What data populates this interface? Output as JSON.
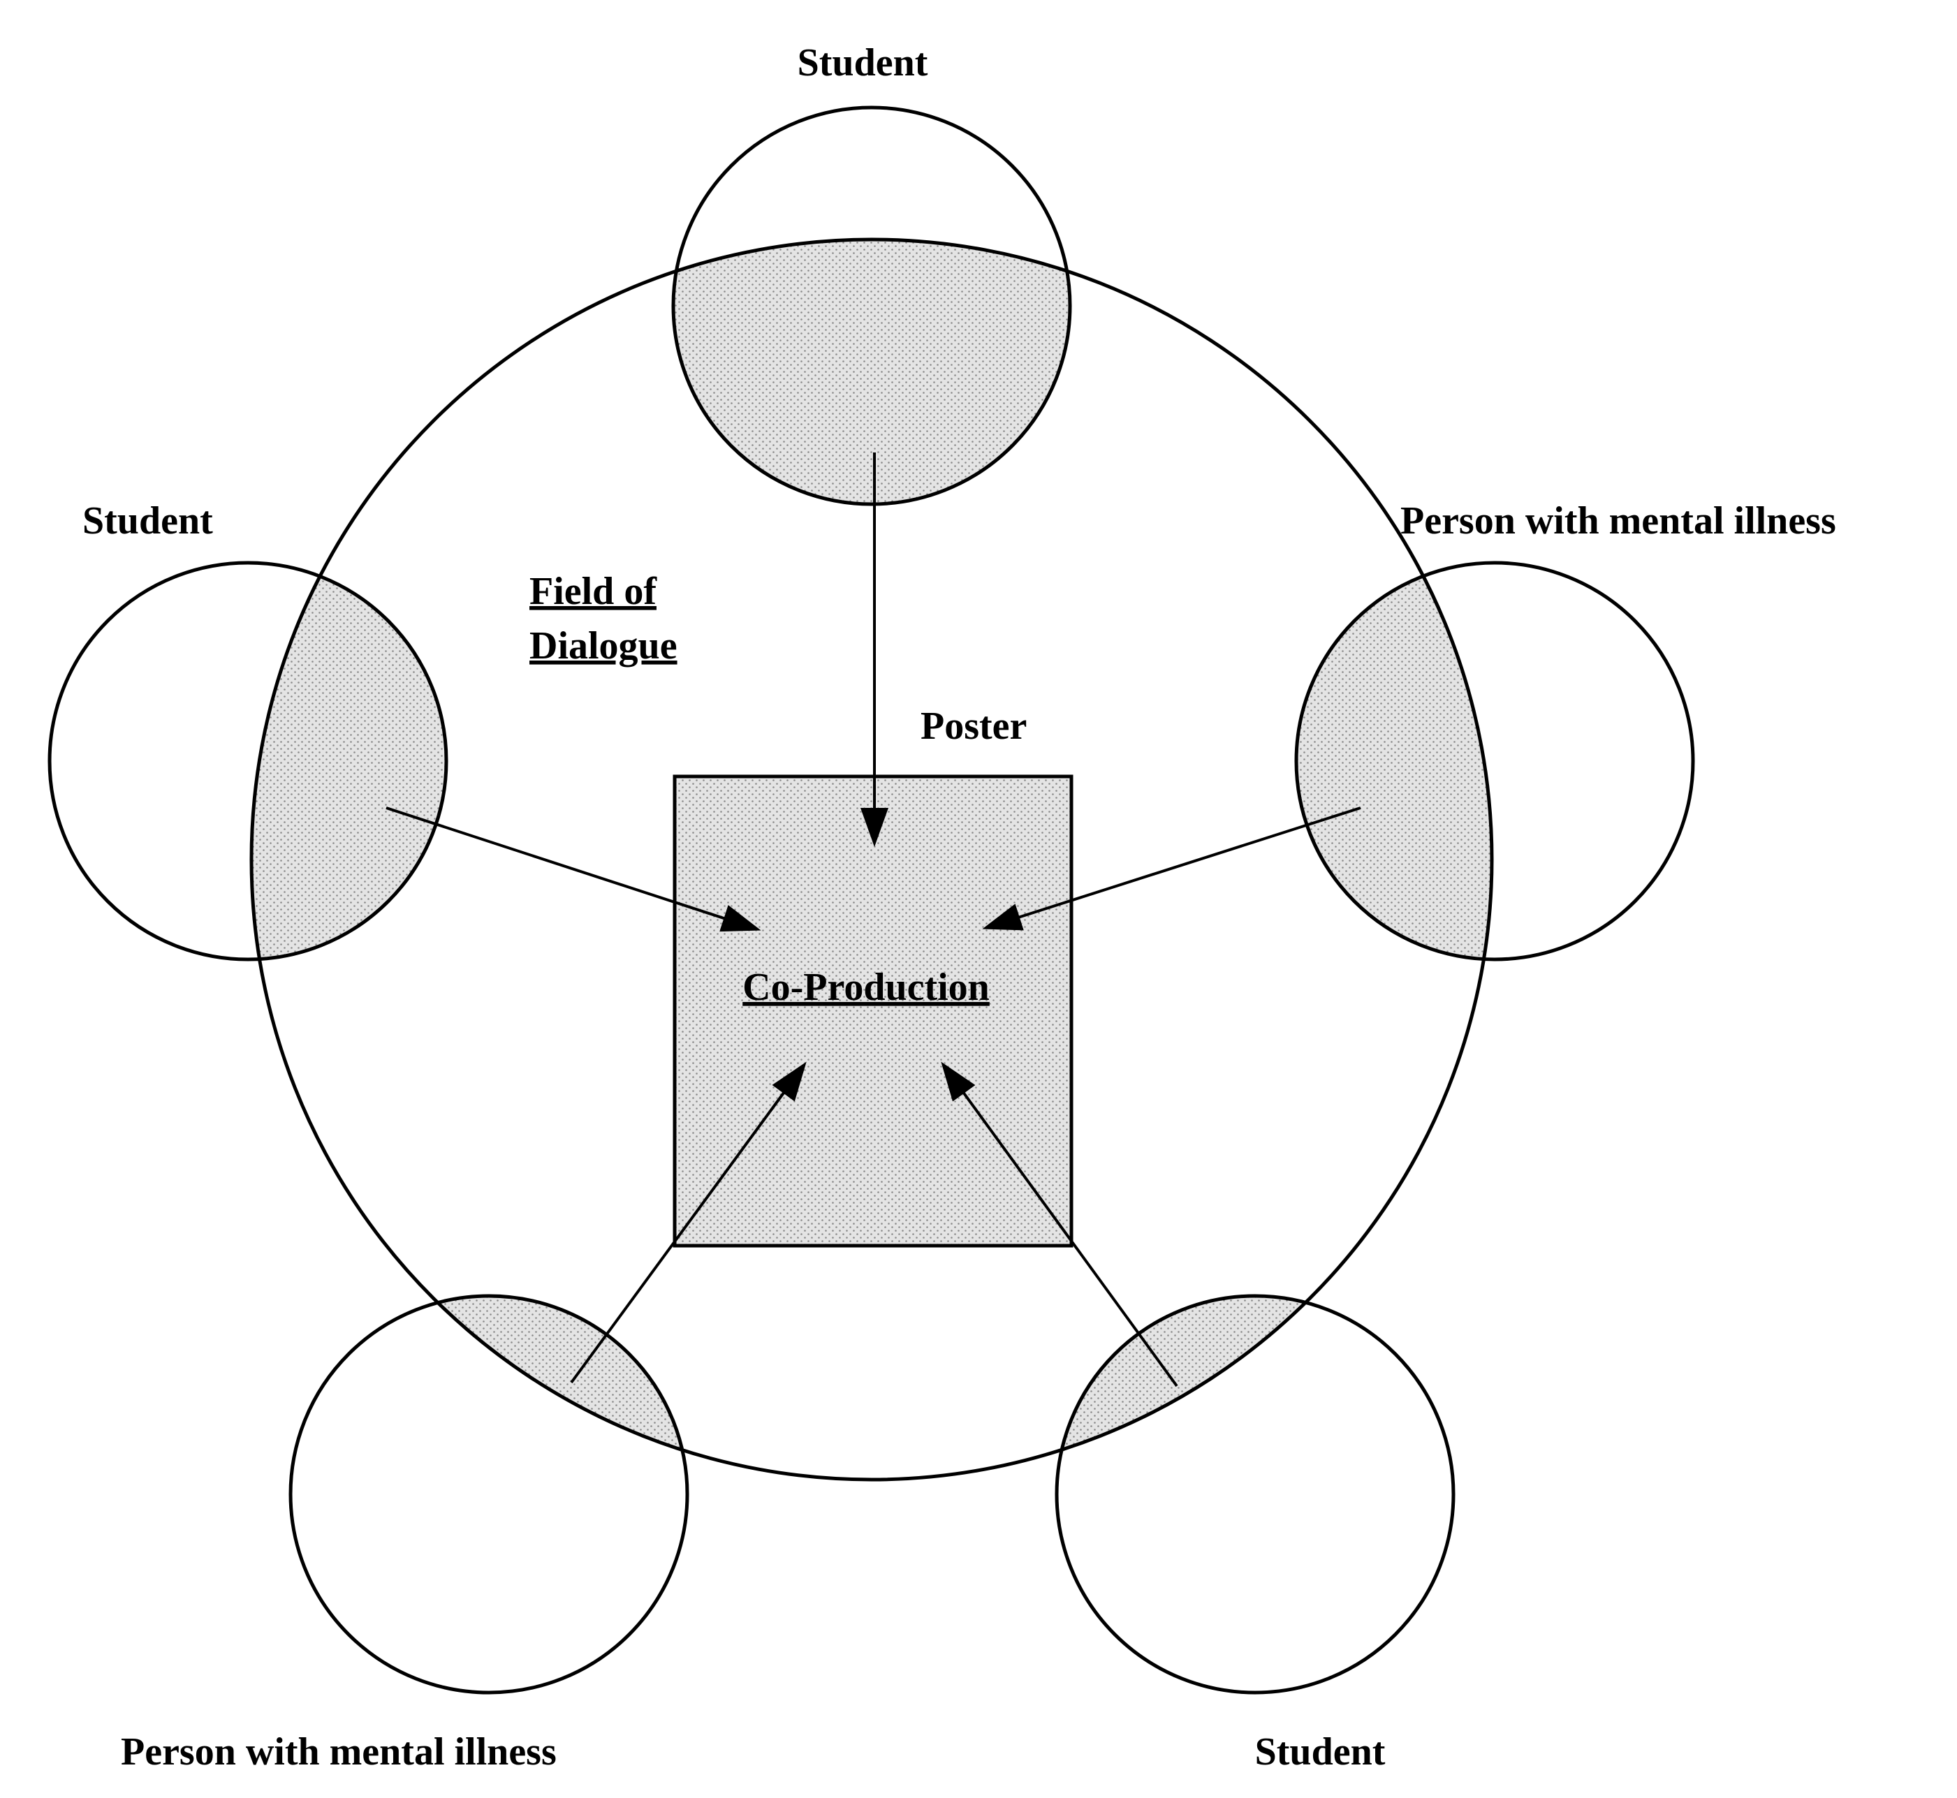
{
  "participants": {
    "top": "Student",
    "left": "Student",
    "right": "Person with mental illness",
    "bottom_left": "Person with mental illness",
    "bottom_right": "Student"
  },
  "field": {
    "line1": "Field of",
    "line2": "Dialogue"
  },
  "poster": {
    "label": "Poster",
    "center_label": "Co-Production"
  },
  "colors": {
    "stroke": "#000000",
    "shade": "#d9d9d9",
    "background": "#ffffff"
  }
}
